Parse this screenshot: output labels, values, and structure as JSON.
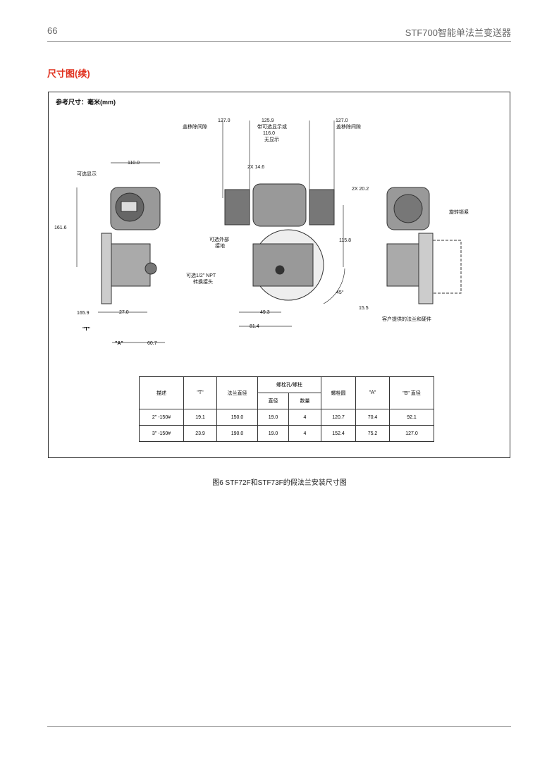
{
  "header": {
    "page_number": "66",
    "doc_title": "STF700智能单法兰变送器"
  },
  "section_title": "尺寸图(续)",
  "figure": {
    "reference": "参考尺寸：毫米(mm)",
    "labels": {
      "d127l": "127.0",
      "cover_l": "盖移除间隙",
      "d1259": "125.9",
      "disp_with": "带可选显示或",
      "d116": "116.0",
      "no_disp": "无显示",
      "d127r": "127.0",
      "cover_r": "盖移除间隙",
      "d110": "110.0",
      "opt_display": "可选显示",
      "d146": "2X 14.6",
      "d202": "2X 20.2",
      "d1616": "161.6",
      "lock": "旋转锁紧",
      "ground1": "可选外部",
      "ground2": "接地",
      "d1158": "115.8",
      "npt1": "可选1/2\" NPT",
      "npt2": "转换接头",
      "deg45": "45°",
      "d155": "15.5",
      "customer": "客户提供的法兰和硬件",
      "d1659": "165.9",
      "d270": "27.0",
      "T": "\"T\"",
      "A": "\"A\"",
      "d607": "60.7",
      "d493": "49.3",
      "d814": "81.4"
    },
    "table": {
      "headers": {
        "desc": "描述",
        "T": "\"T\"",
        "flange": "法兰直径",
        "bolt_group": "螺栓孔/螺柱",
        "bolt_dia": "直径",
        "bolt_qty": "数量",
        "bolt_circle": "螺栓圆",
        "A": "\"A\"",
        "B": "\"B\" 直径"
      },
      "rows": [
        [
          "2\" -150#",
          "19.1",
          "150.0",
          "19.0",
          "4",
          "120.7",
          "70.4",
          "92.1"
        ],
        [
          "3\" -150#",
          "23.9",
          "190.0",
          "19.0",
          "4",
          "152.4",
          "75.2",
          "127.0"
        ]
      ]
    },
    "caption": "图6  STF72F和STF73F的假法兰安装尺寸图"
  }
}
